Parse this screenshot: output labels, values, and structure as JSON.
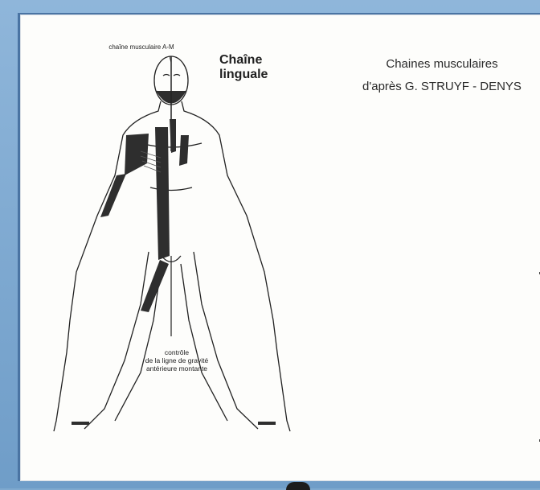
{
  "labels": {
    "chain_muscle": "chaîne musculaire A-M",
    "lingual_chain": "Chaîne linguale",
    "heading_line1": "Chaines musculaires",
    "heading_line2": "d'après G. STRUYF - DENYS",
    "contrary_line1": "contrôle",
    "contrary_line2": "de la ligne de gravité",
    "contrary_line3": "antérieure montante"
  },
  "colors": {
    "frame": "#7fa9cf",
    "paper": "#fdfdfb",
    "ink": "#222222",
    "muscle_fill": "#2e2e2e"
  }
}
